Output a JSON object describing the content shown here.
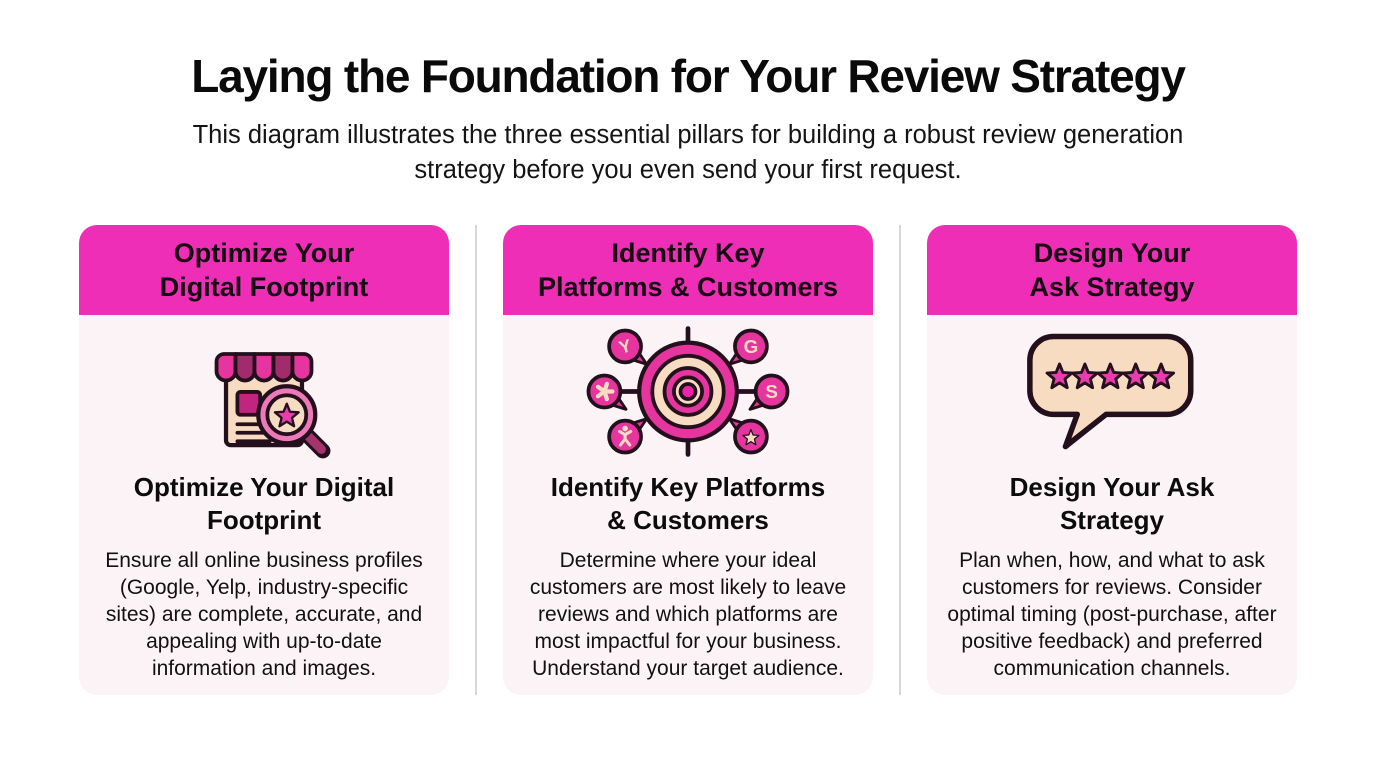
{
  "page": {
    "title": "Laying the Foundation for Your Review Strategy",
    "subtitle_line1": "This diagram illustrates the three essential pillars for building a robust review generation",
    "subtitle_line2": "strategy before you even send your first request."
  },
  "colors": {
    "accent": "#ee2eb6",
    "card_bg": "#fcf3f6",
    "divider": "#d8d8d8",
    "ink": "#0a0a0a",
    "icon_magenta": "#e6359f",
    "icon_dark_magenta": "#a12c6b",
    "icon_deep_pink": "#c02580",
    "icon_cream": "#f8dcc2",
    "icon_outline": "#24101c",
    "star_pink": "#e93caf",
    "magnifier_pink": "#ee79b8",
    "handle_maroon": "#a6336f",
    "dot_magenta": "#f023a8"
  },
  "cards": [
    {
      "id": "digital-footprint",
      "header_line1": "Optimize Your",
      "header_line2": "Digital Footprint",
      "icon": "storefront-search-icon",
      "heading_line1": "Optimize Your Digital",
      "heading_line2": "Footprint",
      "body": "Ensure all online business profiles (Google, Yelp, industry-specific sites) are complete, accurate, and appealing with up-to-date information and images."
    },
    {
      "id": "platforms-customers",
      "header_line1": "Identify Key",
      "header_line2": "Platforms & Customers",
      "icon": "target-platforms-icon",
      "heading_line1": "Identify Key Platforms",
      "heading_line2": "& Customers",
      "badges": {
        "top_left": "Y",
        "top_right": "G",
        "right": "S"
      },
      "body": "Determine where your ideal customers are most likely to leave reviews and which platforms are most impactful for your business. Understand your target audience."
    },
    {
      "id": "ask-strategy",
      "header_line1": "Design Your",
      "header_line2": "Ask Strategy",
      "icon": "review-bubble-stars-icon",
      "heading_line1": "Design Your Ask",
      "heading_line2": "Strategy",
      "body": "Plan when, how, and what to ask customers for reviews. Consider optimal timing (post-purchase, after positive feedback) and preferred communication channels."
    }
  ]
}
